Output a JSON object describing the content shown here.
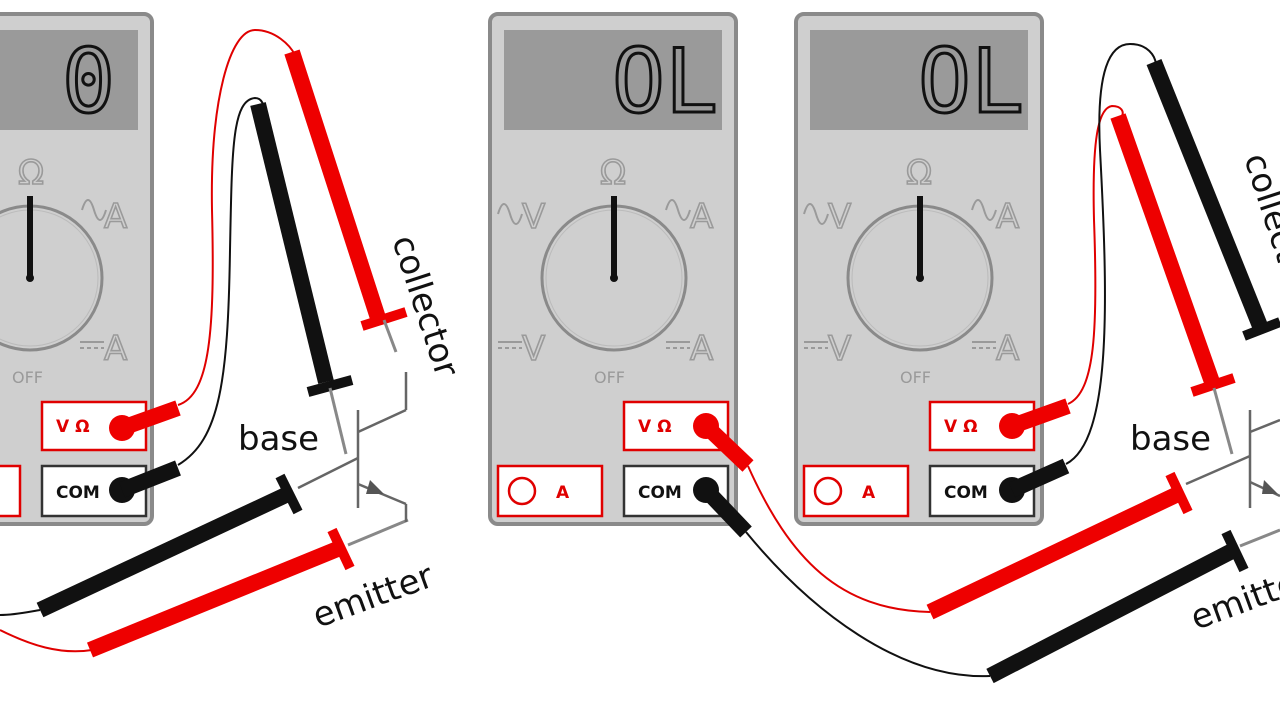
{
  "meters": [
    {
      "id": "left-meter",
      "display": "0",
      "dial": {
        "ohm": "Ω",
        "ac_v": "",
        "ac_a": "A",
        "dc_v": "",
        "dc_a": "A",
        "off": "OFF"
      },
      "jacks": {
        "v_ohm": "V Ω",
        "com": "COM",
        "a": ""
      }
    },
    {
      "id": "middle-meter",
      "display": "OL",
      "dial": {
        "ohm": "Ω",
        "ac_v": "V",
        "ac_a": "A",
        "dc_v": "V",
        "dc_a": "A",
        "off": "OFF"
      },
      "jacks": {
        "v_ohm": "V Ω",
        "com": "COM",
        "a": "A"
      }
    },
    {
      "id": "right-meter",
      "display": "OL",
      "dial": {
        "ohm": "Ω",
        "ac_v": "V",
        "ac_a": "A",
        "dc_v": "V",
        "dc_a": "A",
        "off": "OFF"
      },
      "jacks": {
        "v_ohm": "V Ω",
        "com": "COM",
        "a": "A"
      }
    }
  ],
  "labels": {
    "base_left": "base",
    "collector_left": "collector",
    "emitter_left": "emitter",
    "base_right": "base",
    "collector_right": "collecto",
    "emitter_right": "emitte"
  },
  "colors": {
    "probe_red": "#ee0000",
    "probe_black": "#111111",
    "meter_body": "#cfcfcf",
    "display": "#9a9a9a"
  }
}
